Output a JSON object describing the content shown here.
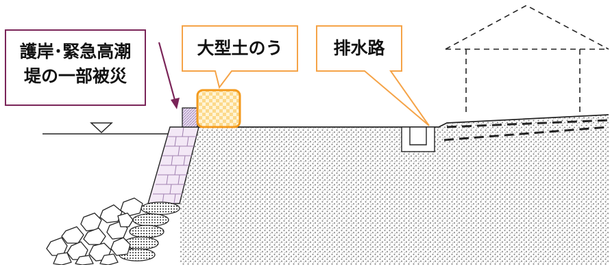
{
  "labels": {
    "damage": [
      "護岸･緊急高潮",
      "堤の一部被災"
    ],
    "sandbag": "大型土のう",
    "drain": "排水路"
  },
  "colors": {
    "damage_border": "#7a2458",
    "damage_arrow": "#7a2458",
    "sandbag_border": "#f39a1e",
    "sandbag_fill": "#fde7b3",
    "callout_border": "#f5a347",
    "revetment_fill": "#f0e2f5",
    "revetment_line": "#a080b0",
    "soil_fill": "#f0f0f0",
    "line": "#222222"
  }
}
